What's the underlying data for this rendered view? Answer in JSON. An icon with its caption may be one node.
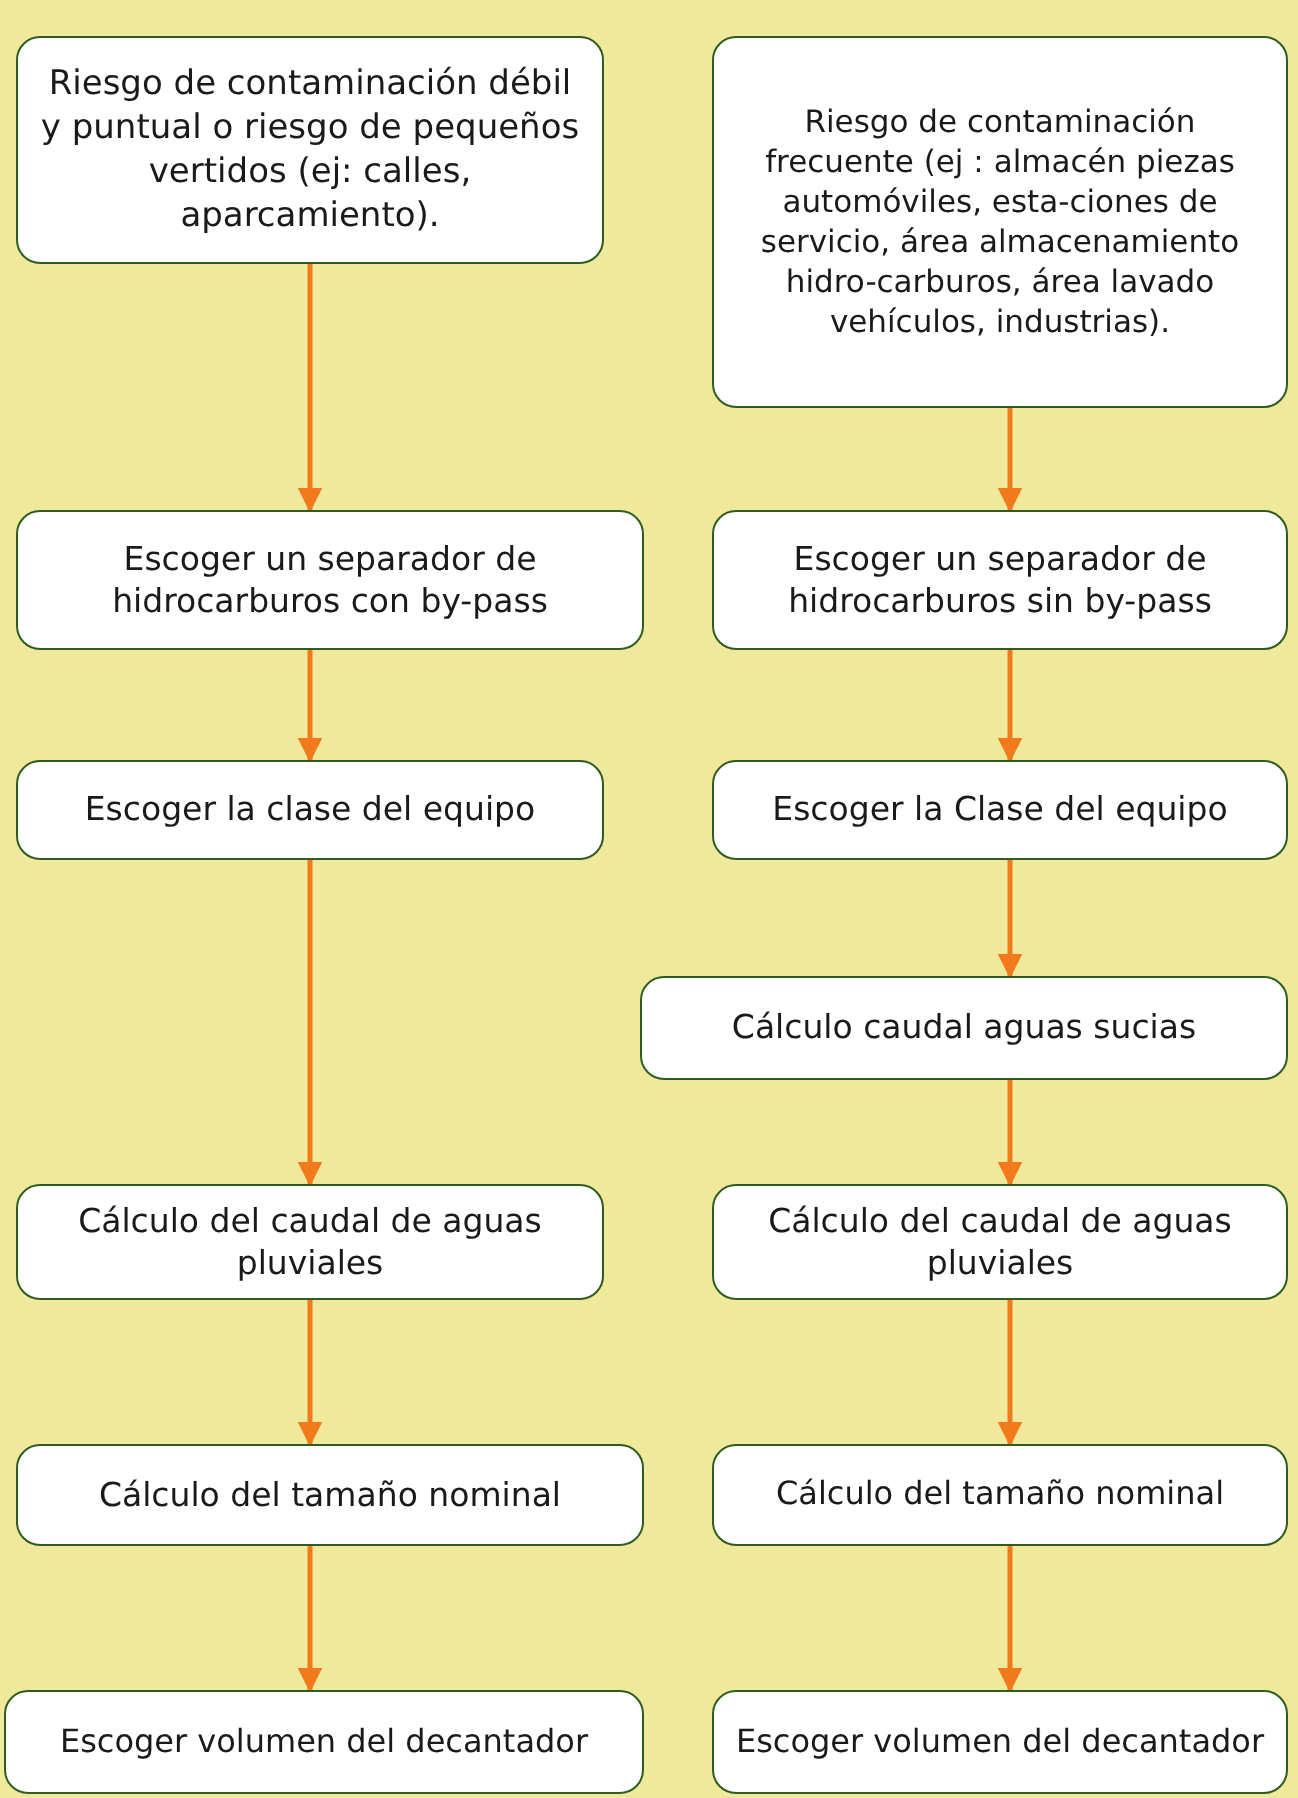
{
  "diagram": {
    "nodes": [
      {
        "text": [
          "Riesgo de contaminación débil y puntual o riesgo de pequeños vertidos (ej: calles, aparcamiento)."
        ]
      },
      {
        "text": [
          "Riesgo de contaminación frecuente (ej : almacén piezas automóviles, esta-ciones de servicio, área almacenamiento hidro-carburos, área lavado vehículos, industrias)."
        ]
      },
      {
        "text": [
          "Escoger un separador de hidrocarburos con by-pass"
        ]
      },
      {
        "text": [
          "Escoger un separador de hidrocarburos sin by-pass"
        ]
      },
      {
        "text": [
          "Escoger la clase del equipo"
        ]
      },
      {
        "text": [
          "Escoger la Clase del equipo"
        ]
      },
      {
        "text": [
          "Cálculo caudal aguas sucias"
        ]
      },
      {
        "text": [
          "Cálculo del caudal de aguas pluviales"
        ]
      },
      {
        "text": [
          "Cálculo del caudal de aguas pluviales"
        ]
      },
      {
        "text": [
          "Cálculo del tamaño nominal"
        ]
      },
      {
        "text": [
          "Cálculo del tamaño nominal"
        ]
      },
      {
        "text": [
          "Escoger volumen del decantador"
        ]
      },
      {
        "text": [
          "Escoger volumen del decantador"
        ]
      }
    ],
    "edges": [
      {
        "from": 0,
        "to": 2,
        "arrow": "to"
      },
      {
        "from": 2,
        "to": 4,
        "arrow": "to"
      },
      {
        "from": 4,
        "to": 7,
        "arrow": "to"
      },
      {
        "from": 7,
        "to": 9,
        "arrow": "to"
      },
      {
        "from": 9,
        "to": 11,
        "arrow": "to"
      },
      {
        "from": 1,
        "to": 3,
        "arrow": "to"
      },
      {
        "from": 3,
        "to": 5,
        "arrow": "to"
      },
      {
        "from": 5,
        "to": 6,
        "arrow": "to"
      },
      {
        "from": 6,
        "to": 8,
        "arrow": "to"
      },
      {
        "from": 8,
        "to": 10,
        "arrow": "to"
      },
      {
        "from": 10,
        "to": 12,
        "arrow": "to"
      }
    ]
  }
}
